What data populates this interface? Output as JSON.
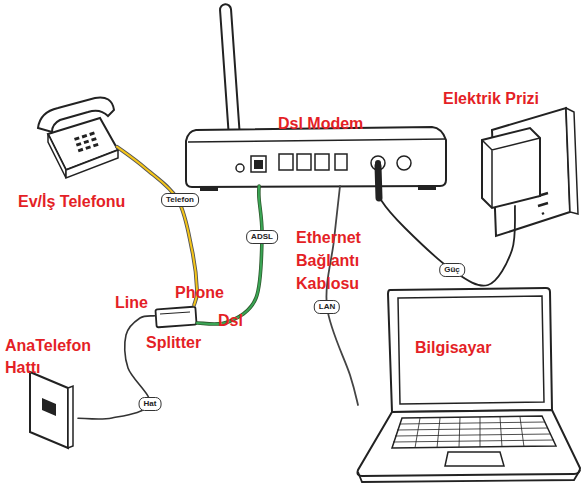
{
  "diagram": {
    "nodes": [
      {
        "text": [
          "Elektrik Prizi"
        ]
      },
      {
        "text": [
          "Dsl Modem"
        ]
      },
      {
        "text": [
          "Ev/İş Telefonu"
        ]
      },
      {
        "text": [
          "Splitter"
        ]
      },
      {
        "text": [
          "AnaTelefon Hattı"
        ]
      },
      {
        "text": [
          "Bilgisayar"
        ]
      }
    ],
    "edges": [
      {
        "from": 2,
        "to": 3,
        "label": "Telefon",
        "arrow": "none"
      },
      {
        "from": 3,
        "to": 1,
        "label": "ADSL",
        "arrow": "none"
      },
      {
        "from": 1,
        "to": 5,
        "label": "LAN",
        "arrow": "none"
      },
      {
        "from": 0,
        "to": 1,
        "label": "Güç",
        "arrow": "none"
      },
      {
        "from": 4,
        "to": 3,
        "label": "Hat",
        "arrow": "none"
      }
    ],
    "labels": [
      "Line",
      "Phone",
      "Dsl",
      "Ethernet Bağlantı Kablosu"
    ]
  }
}
